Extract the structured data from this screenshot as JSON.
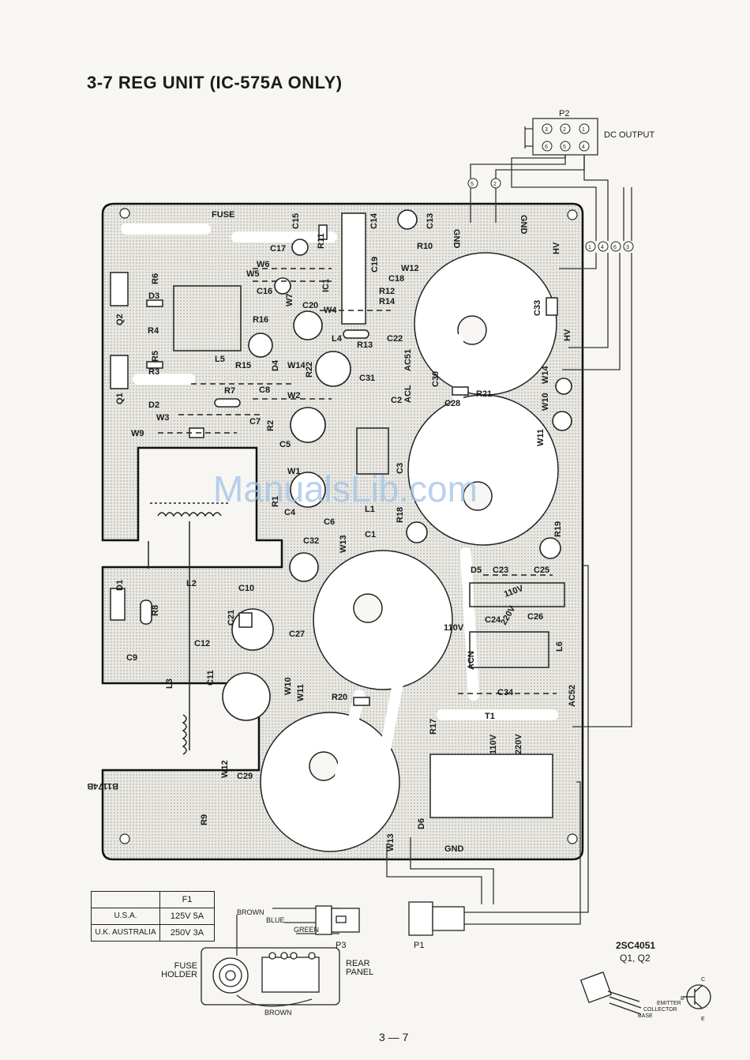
{
  "title": "3-7  REG UNIT (IC-575A ONLY)",
  "page_number": "3 — 7",
  "watermark": "ManualsLib.com",
  "connectors": {
    "p2": {
      "label": "P2",
      "pins": [
        "3",
        "2",
        "1",
        "6",
        "5",
        "4"
      ],
      "output_label": "DC OUTPUT"
    },
    "harness_top": {
      "pins": [
        "5",
        "2"
      ]
    },
    "harness_right": {
      "pins": [
        "1",
        "4",
        "6",
        "3"
      ]
    },
    "p1": {
      "label": "P1"
    },
    "p3": {
      "label": "P3"
    }
  },
  "board_labels": {
    "fuse": "FUSE",
    "gnd_top_left": "GND",
    "gnd_top_right": "GND",
    "gnd_bottom": "GND",
    "hv1": "HV",
    "hv2": "HV",
    "c15": "C15",
    "c14": "C14",
    "c13": "C13",
    "c17": "C17",
    "r11": "R11",
    "r10": "R10",
    "c19": "C19",
    "w12a": "W12",
    "c18": "C18",
    "w6": "W6",
    "w5": "W5",
    "c16": "C16",
    "ic1": "IC1",
    "r12": "R12",
    "r14": "R14",
    "c33": "C33",
    "r6": "R6",
    "d3": "D3",
    "q2": "Q2",
    "r4": "R4",
    "w7": "W7",
    "c20": "C20",
    "w4": "W4",
    "r16": "R16",
    "l4": "L4",
    "r13": "R13",
    "c22": "C22",
    "r5": "R5",
    "l5": "L5",
    "r15": "R15",
    "d4": "D4",
    "w14a": "W14",
    "r22": "R22",
    "ac51": "AC51",
    "r3": "R3",
    "q1": "Q1",
    "c31": "C31",
    "c30": "C30",
    "w14b": "W14",
    "r7": "R7",
    "c8": "C8",
    "w2": "W2",
    "acl": "ACL",
    "c2": "C2",
    "r21": "R21",
    "d2": "D2",
    "c28": "C28",
    "w10a": "W10",
    "w3": "W3",
    "c7": "C7",
    "r2": "R2",
    "w9": "W9",
    "c5": "C5",
    "w11a": "W11",
    "w1": "W1",
    "c3": "C3",
    "r1": "R1",
    "c4": "C4",
    "l1": "L1",
    "c6": "C6",
    "r18": "R18",
    "r19": "R19",
    "c1": "C1",
    "c32": "C32",
    "w13a": "W13",
    "d5": "D5",
    "c23": "C23",
    "c25": "C25",
    "d1": "D1",
    "l2": "L2",
    "c10": "C10",
    "v110a": "110V",
    "r8": "R8",
    "c21": "C21",
    "c27": "C27",
    "c24": "C24",
    "v220a": "220V",
    "c26": "C26",
    "v110b": "110V",
    "c12": "C12",
    "c9": "C9",
    "l6": "L6",
    "acn": "ACN",
    "c11": "C11",
    "w10b": "W10",
    "w11b": "W11",
    "l3": "L3",
    "r20": "R20",
    "c34": "C34",
    "ac52": "AC52",
    "t1": "T1",
    "r17": "R17",
    "v110c": "110V",
    "v220b": "220V",
    "w12b": "W12",
    "c29": "C29",
    "board_code": "B1174B",
    "r9": "R9",
    "d6": "D6",
    "w13b": "W13"
  },
  "fuse_table": {
    "header": "F1",
    "rows": [
      {
        "region": "U.S.A.",
        "rating": "125V 5A"
      },
      {
        "region": "U.K. AUSTRALIA",
        "rating": "250V 3A"
      }
    ]
  },
  "wiring": {
    "brown_top": "BROWN",
    "blue": "BLUE",
    "green": "GREEN",
    "brown_bottom": "BROWN",
    "fuse_holder": "FUSE HOLDER",
    "rear_panel": "REAR PANEL"
  },
  "transistor": {
    "part": "2SC4051",
    "refs": "Q1, Q2",
    "emitter": "EMITTER",
    "collector": "COLLECTOR",
    "base": "BASE",
    "pin_c": "C",
    "pin_b": "B",
    "pin_e": "E"
  }
}
